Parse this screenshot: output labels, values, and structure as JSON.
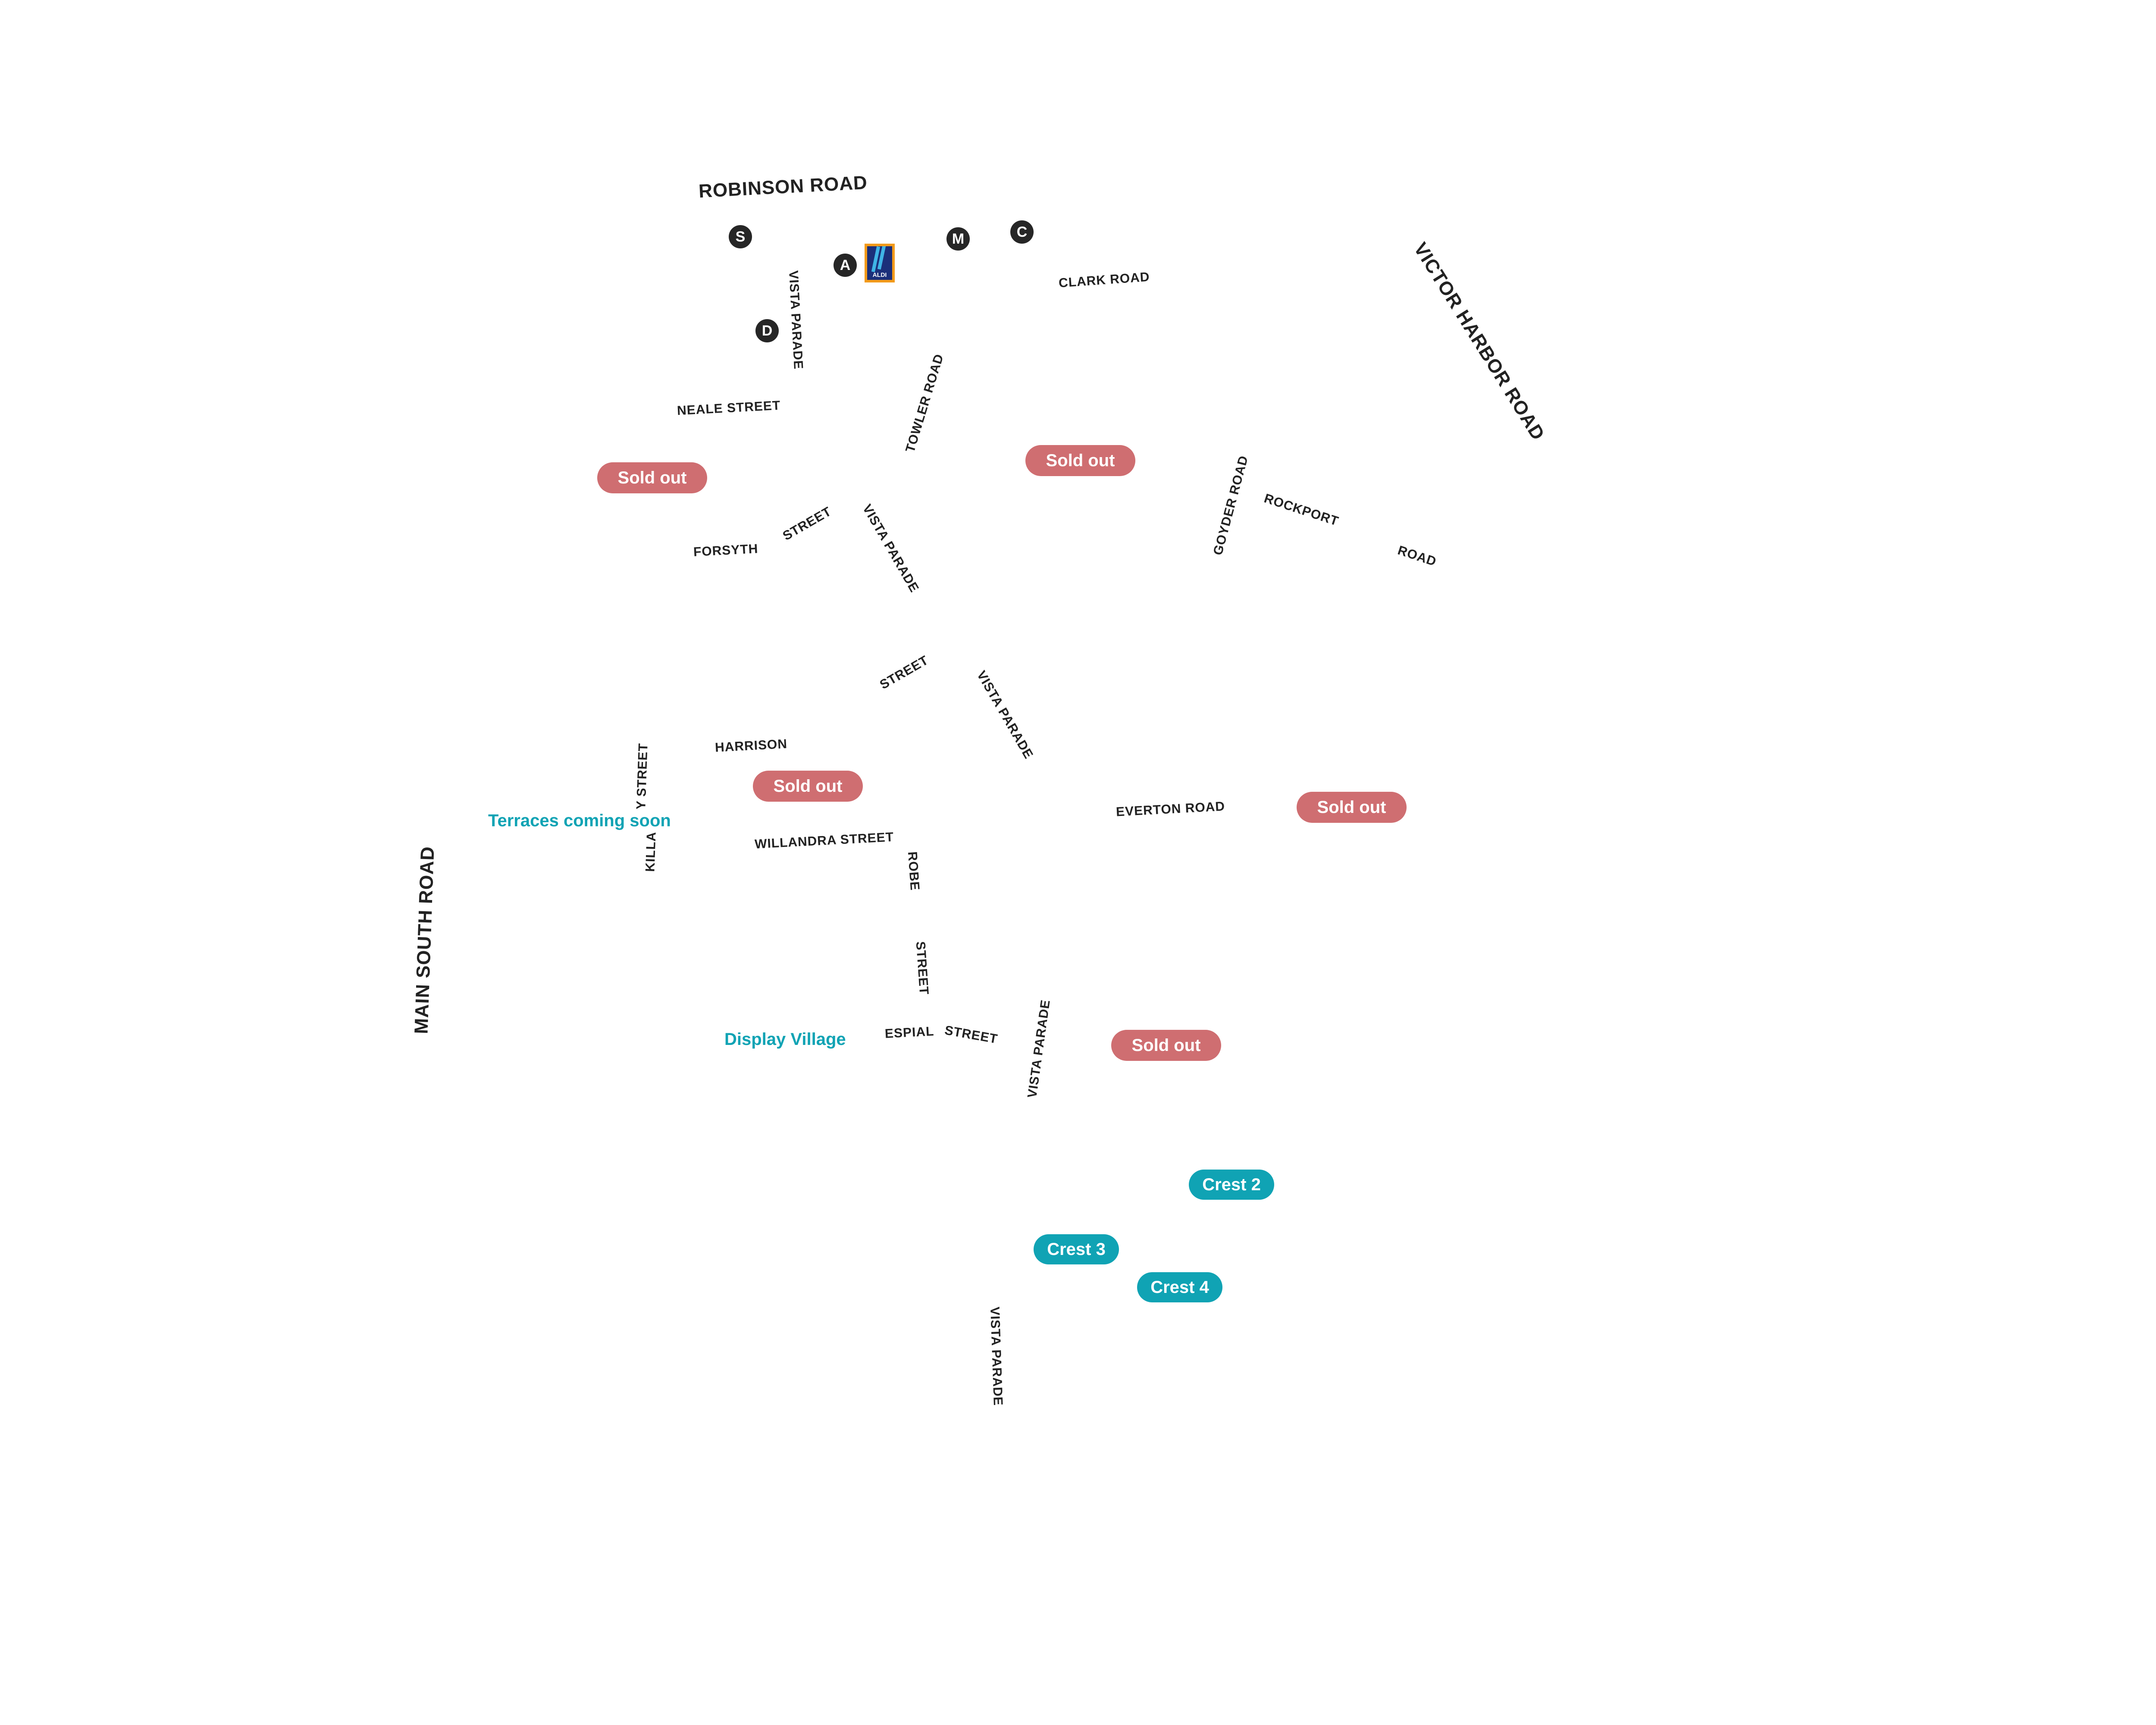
{
  "streets": {
    "robinson_road": "ROBINSON ROAD",
    "victor_harbor_road": "VICTOR HARBOR ROAD",
    "main_south_road": "MAIN SOUTH ROAD",
    "clark_road": "CLARK ROAD",
    "vista_parade": "VISTA PARADE",
    "neale_street": "NEALE STREET",
    "towler_road": "TOWLER ROAD",
    "forsyth": "FORSYTH",
    "street": "STREET",
    "goyder_road": "GOYDER ROAD",
    "rockport": "ROCKPORT",
    "road": "ROAD",
    "harrison": "HARRISON",
    "killa_left": "KILLA",
    "killa_right": "Y STREET",
    "willandra_street": "WILLANDRA STREET",
    "robe": "ROBE",
    "everton_road": "EVERTON ROAD",
    "espial": "ESPIAL"
  },
  "badges": {
    "sold_out": "Sold out",
    "crest_2": "Crest 2",
    "crest_3": "Crest 3",
    "crest_4": "Crest 4"
  },
  "labels": {
    "terraces": "Terraces coming soon",
    "display_village": "Display Village"
  },
  "amenities": {
    "s": "S",
    "a": "A",
    "m": "M",
    "c": "C",
    "d": "D",
    "aldi": "ALDI"
  },
  "colors": {
    "sold_out": "#cf6e71",
    "crest": "#10a3b4",
    "street_text": "#222222",
    "amenity": "#262626",
    "aldi_orange": "#f29a1a",
    "aldi_blue": "#1b2f7a"
  }
}
